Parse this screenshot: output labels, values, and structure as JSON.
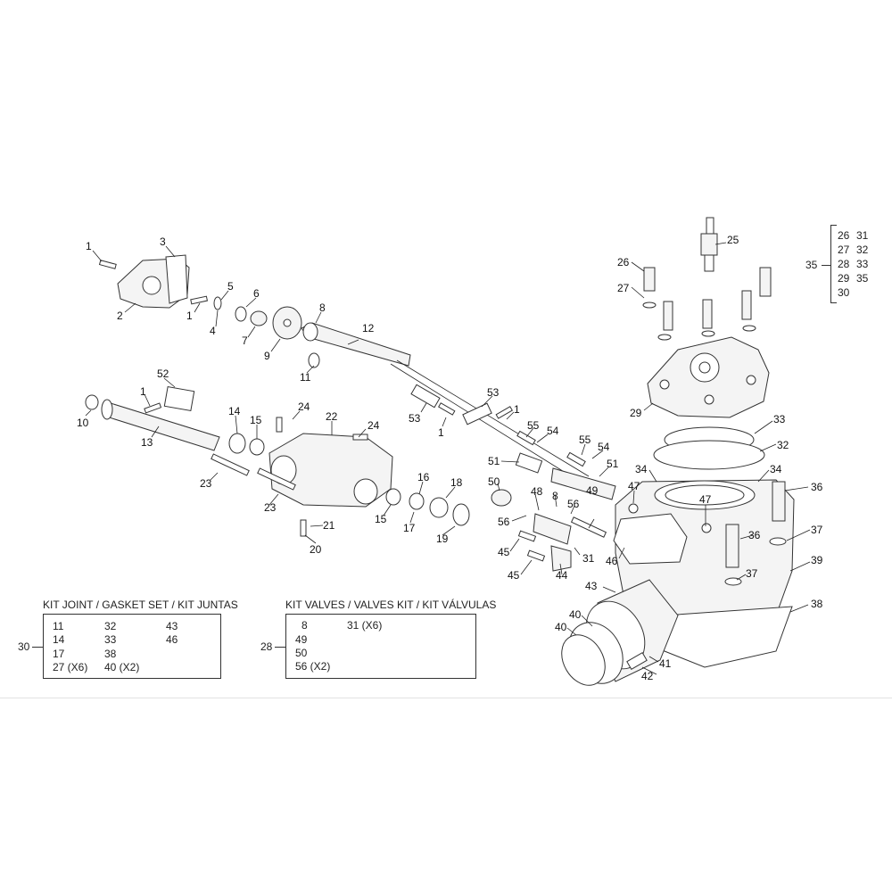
{
  "callouts": {
    "c1a": "1",
    "c3": "3",
    "c2": "2",
    "c1b": "1",
    "c5": "5",
    "c4": "4",
    "c6": "6",
    "c7": "7",
    "c9": "9",
    "c8a": "8",
    "c12": "12",
    "c11a": "11",
    "c52": "52",
    "c1c": "1",
    "c10": "10",
    "c13": "13",
    "c14": "14",
    "c15a": "15",
    "c24a": "24",
    "c22": "22",
    "c24b": "24",
    "c23a": "23",
    "c23b": "23",
    "c21": "21",
    "c20": "20",
    "c15b": "15",
    "c16": "16",
    "c17": "17",
    "c18": "18",
    "c19": "19",
    "c53a": "53",
    "c53b": "53",
    "c1d": "1",
    "c1e": "1",
    "c55a": "55",
    "c54a": "54",
    "c55b": "55",
    "c54b": "54",
    "c51a": "51",
    "c51b": "51",
    "c50": "50",
    "c48": "48",
    "c8b": "8",
    "c49": "49",
    "c56a": "56",
    "c56b": "56",
    "c45a": "45",
    "c45b": "45",
    "c31": "31",
    "c44": "44",
    "c46": "46",
    "c47a": "47",
    "c47b": "47",
    "c25": "25",
    "c26": "26",
    "c27": "27",
    "c29": "29",
    "c33": "33",
    "c32": "32",
    "c34a": "34",
    "c34b": "34",
    "c36a": "36",
    "c36b": "36",
    "c37a": "37",
    "c37b": "37",
    "c39": "39",
    "c38": "38",
    "c43": "43",
    "c40a": "40",
    "c40b": "40",
    "c41": "41",
    "c42": "42"
  },
  "kit_gasket": {
    "title": "KIT JOINT / GASKET SET / KIT JUNTAS",
    "ref": "30",
    "items": [
      "11",
      "32",
      "43",
      "14",
      "33",
      "46",
      "17",
      "38",
      "27 (X6)",
      "40 (X2)"
    ]
  },
  "kit_valves": {
    "title": "KIT VALVES / VALVES KIT / KIT VÁLVULAS",
    "ref": "28",
    "items": [
      "8",
      "31 (X6)",
      "49",
      "50",
      "56 (X2)"
    ]
  },
  "kit_head": {
    "ref": "35",
    "items": [
      "26",
      "31",
      "27",
      "32",
      "28",
      "33",
      "29",
      "35",
      "30"
    ]
  }
}
